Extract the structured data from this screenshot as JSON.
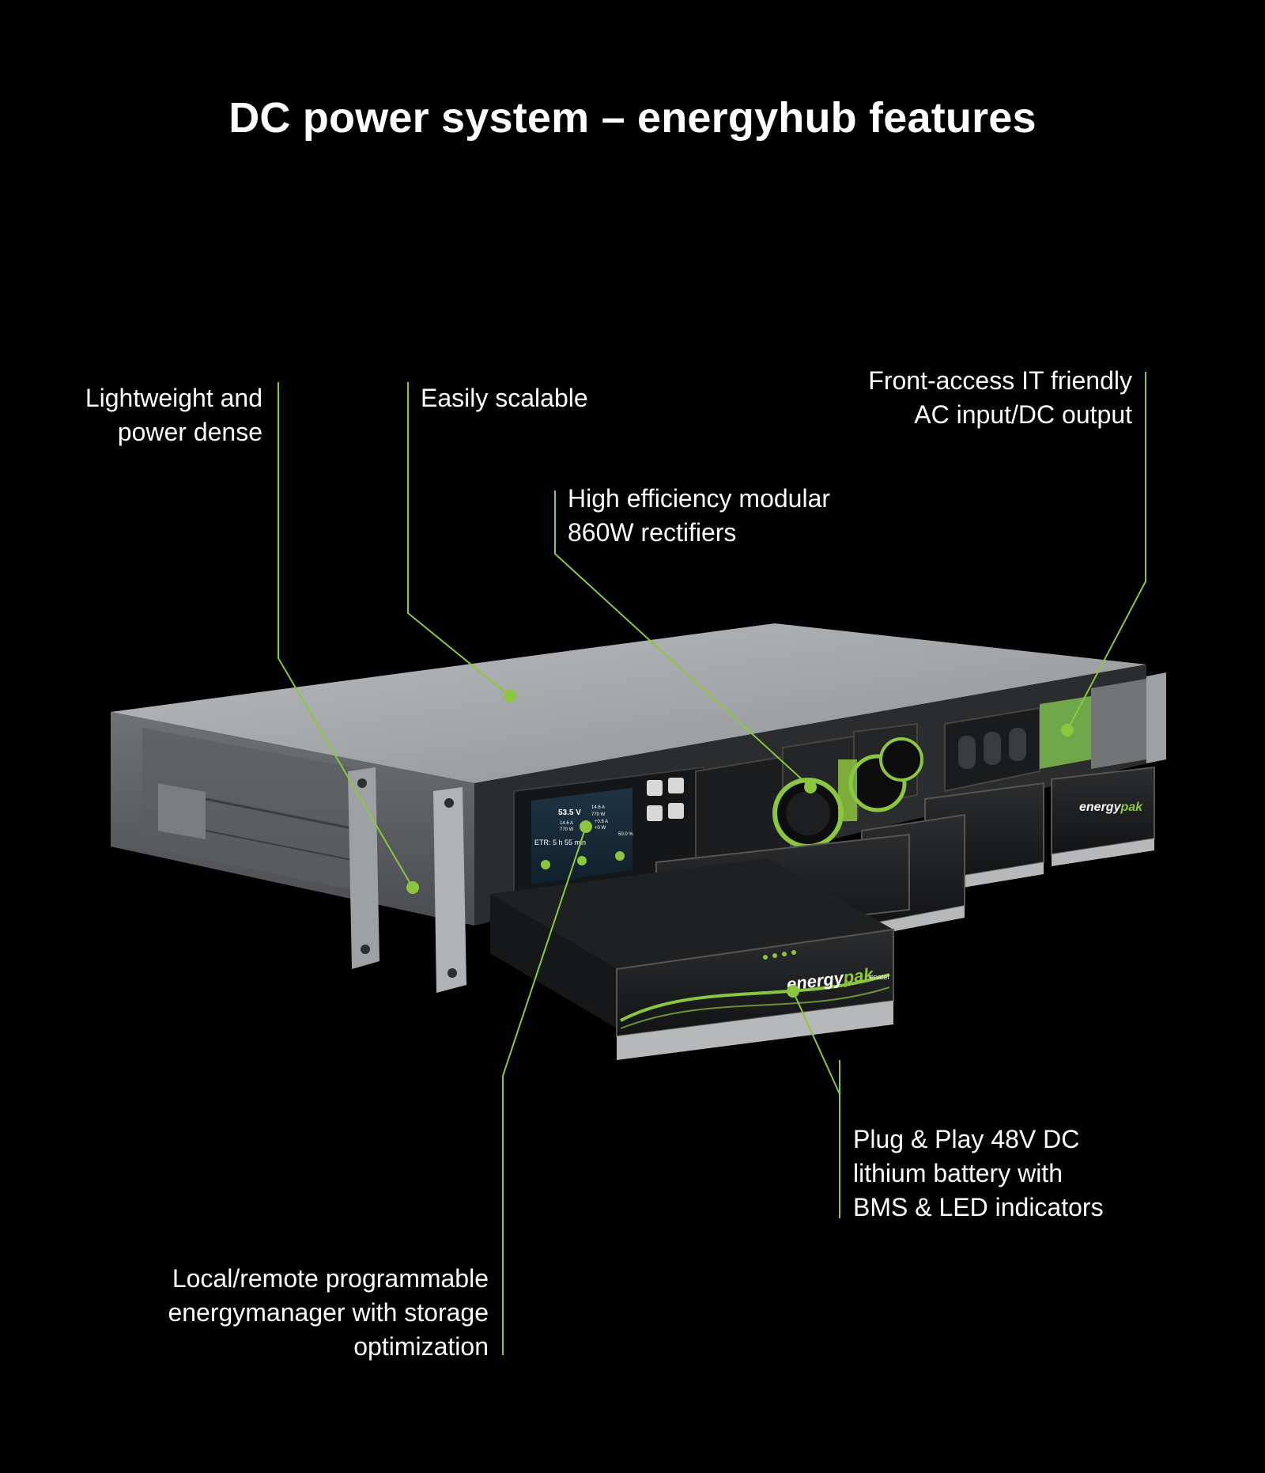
{
  "title": "DC power system – energyhub features",
  "callouts": {
    "lightweight": [
      "Lightweight and",
      "power dense"
    ],
    "scalable": [
      "Easily scalable"
    ],
    "front_access": [
      "Front-access IT friendly",
      "AC input/DC output"
    ],
    "rectifiers": [
      "High efficiency modular",
      "860W rectifiers"
    ],
    "battery": [
      "Plug & Play 48V DC",
      "lithium battery with",
      "BMS & LED indicators"
    ],
    "energymanager": [
      "Local/remote programmable",
      "energymanager with storage",
      "optimization"
    ]
  },
  "device": {
    "lcd": {
      "voltage": "53.5 V",
      "current_a": "14.6 A",
      "current_b": "14.6 A",
      "power_a": "770 W",
      "power_b": "770 W",
      "battery_i": "+0.6 A",
      "battery_p": "+0 W",
      "soc": "50.0 %",
      "etr": "ETR: 5 h 55 min"
    },
    "pak_brand_prefix": "energy",
    "pak_brand_suffix": "pak",
    "maker": "enatel",
    "maker_sub": "energy"
  },
  "colors": {
    "accent": "#8cc63f",
    "background": "#000000",
    "chassis": "#8a8c8e"
  }
}
